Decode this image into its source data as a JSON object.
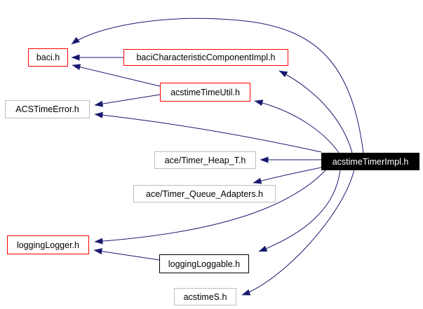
{
  "diagram": {
    "kind": "include-dependency-graph",
    "root_file": "acstimeTimerImpl.h",
    "colors": {
      "background": "#ffffff",
      "edge": "#191970",
      "border_red": "#ff0000",
      "border_gray": "#bebebe",
      "border_black": "#000000",
      "root_fill": "#000000",
      "root_text": "#ffffff"
    },
    "nodes": [
      {
        "label": "baci.h",
        "style": "red"
      },
      {
        "label": "baciCharacteristicComponentImpl.h",
        "style": "red"
      },
      {
        "label": "acstimeTimeUtil.h",
        "style": "red"
      },
      {
        "label": "ACSTimeError.h",
        "style": "gray"
      },
      {
        "label": "ace/Timer_Heap_T.h",
        "style": "gray"
      },
      {
        "label": "ace/Timer_Queue_Adapters.h",
        "style": "gray"
      },
      {
        "label": "acstimeTimerImpl.h",
        "style": "root"
      },
      {
        "label": "loggingLogger.h",
        "style": "red"
      },
      {
        "label": "loggingLoggable.h",
        "style": "black"
      },
      {
        "label": "acstimeS.h",
        "style": "gray"
      }
    ],
    "edges": [
      {
        "from": "acstimeTimerImpl.h",
        "to": "baci.h"
      },
      {
        "from": "acstimeTimerImpl.h",
        "to": "baciCharacteristicComponentImpl.h"
      },
      {
        "from": "acstimeTimerImpl.h",
        "to": "acstimeTimeUtil.h"
      },
      {
        "from": "acstimeTimerImpl.h",
        "to": "ACSTimeError.h"
      },
      {
        "from": "acstimeTimerImpl.h",
        "to": "ace/Timer_Heap_T.h"
      },
      {
        "from": "acstimeTimerImpl.h",
        "to": "ace/Timer_Queue_Adapters.h"
      },
      {
        "from": "acstimeTimerImpl.h",
        "to": "loggingLogger.h"
      },
      {
        "from": "acstimeTimerImpl.h",
        "to": "loggingLoggable.h"
      },
      {
        "from": "acstimeTimerImpl.h",
        "to": "acstimeS.h"
      },
      {
        "from": "baciCharacteristicComponentImpl.h",
        "to": "baci.h"
      },
      {
        "from": "acstimeTimeUtil.h",
        "to": "baci.h"
      },
      {
        "from": "acstimeTimeUtil.h",
        "to": "ACSTimeError.h"
      },
      {
        "from": "loggingLoggable.h",
        "to": "loggingLogger.h"
      }
    ]
  }
}
